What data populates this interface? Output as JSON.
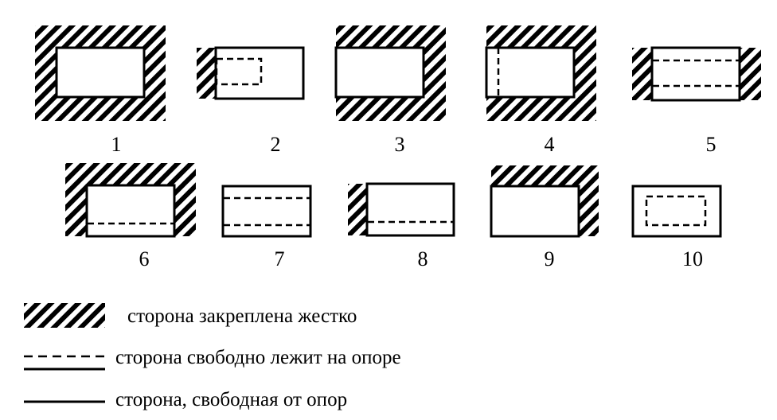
{
  "schemes": [
    {
      "label": "1"
    },
    {
      "label": "2"
    },
    {
      "label": "3"
    },
    {
      "label": "4"
    },
    {
      "label": "5"
    },
    {
      "label": "6"
    },
    {
      "label": "7"
    },
    {
      "label": "8"
    },
    {
      "label": "9"
    },
    {
      "label": "10"
    }
  ],
  "legend": {
    "clamped": "сторона закреплена жестко",
    "simply_supported": "сторона свободно лежит на опоре",
    "free": "сторона, свободная от опор"
  },
  "colors": {
    "line": "#000000",
    "background": "#ffffff"
  }
}
